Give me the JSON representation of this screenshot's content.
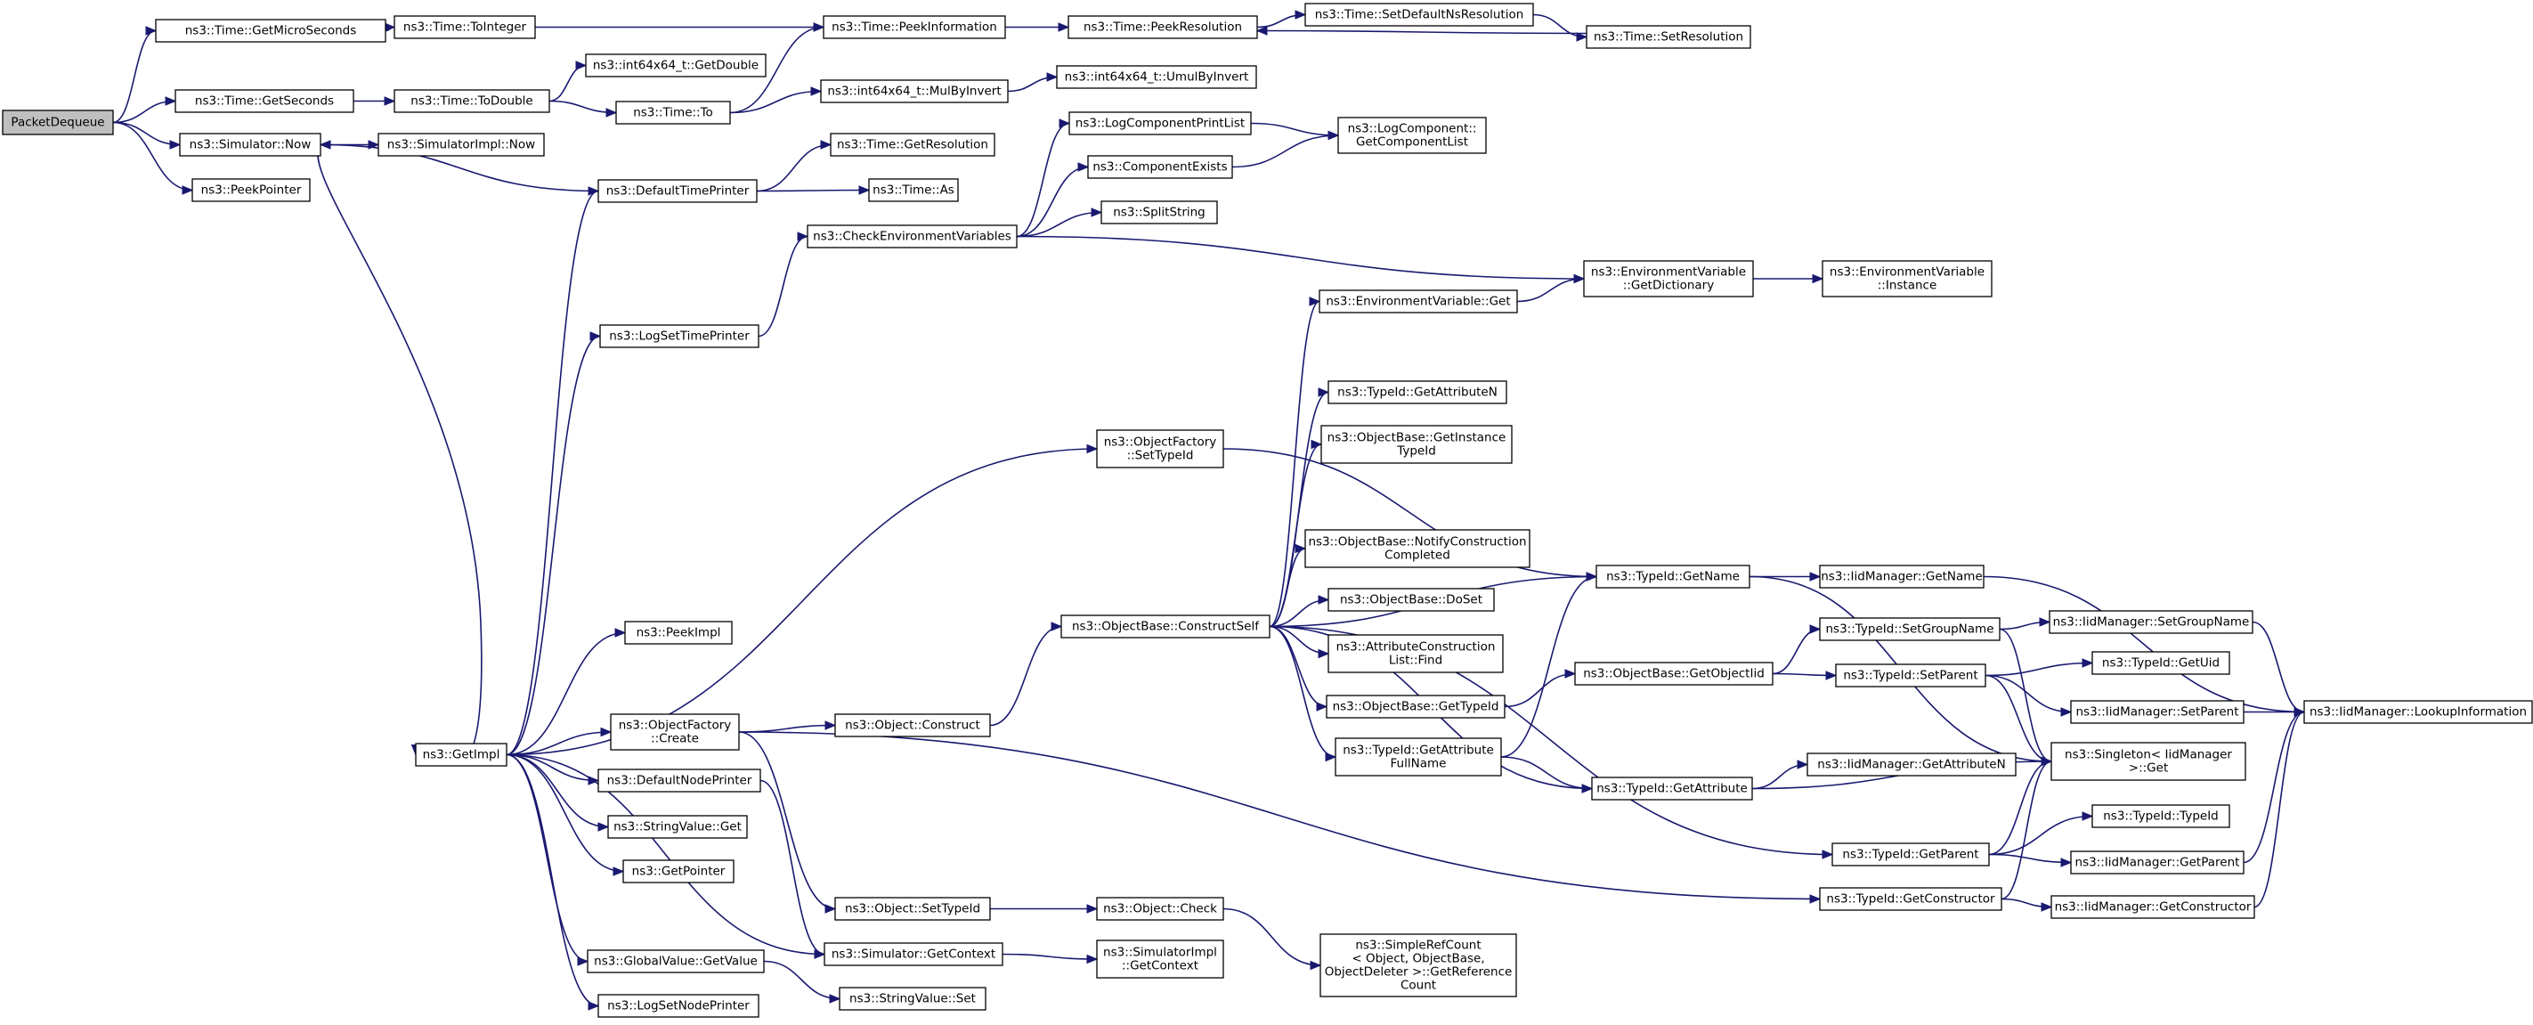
{
  "graph": {
    "title": "",
    "nodes": [
      {
        "id": "packet_dequeue",
        "lines": [
          "PacketDequeue"
        ],
        "root": true
      },
      {
        "id": "get_micro_seconds",
        "lines": [
          "ns3::Time::GetMicroSeconds"
        ]
      },
      {
        "id": "time_to_integer",
        "lines": [
          "ns3::Time::ToInteger"
        ]
      },
      {
        "id": "time_peek_information",
        "lines": [
          "ns3::Time::PeekInformation"
        ]
      },
      {
        "id": "time_peek_resolution",
        "lines": [
          "ns3::Time::PeekResolution"
        ]
      },
      {
        "id": "time_set_default_ns_resolution",
        "lines": [
          "ns3::Time::SetDefaultNsResolution"
        ]
      },
      {
        "id": "time_set_resolution",
        "lines": [
          "ns3::Time::SetResolution"
        ]
      },
      {
        "id": "time_get_seconds",
        "lines": [
          "ns3::Time::GetSeconds"
        ]
      },
      {
        "id": "time_to_double",
        "lines": [
          "ns3::Time::ToDouble"
        ]
      },
      {
        "id": "int64x64_get_double",
        "lines": [
          "ns3::int64x64_t::GetDouble"
        ]
      },
      {
        "id": "time_to",
        "lines": [
          "ns3::Time::To"
        ]
      },
      {
        "id": "int64x64_mul_by_invert",
        "lines": [
          "ns3::int64x64_t::MulByInvert"
        ]
      },
      {
        "id": "int64x64_umul_by_invert",
        "lines": [
          "ns3::int64x64_t::UmulByInvert"
        ]
      },
      {
        "id": "simulator_now",
        "lines": [
          "ns3::Simulator::Now"
        ]
      },
      {
        "id": "simulator_impl_now",
        "lines": [
          "ns3::SimulatorImpl::Now"
        ]
      },
      {
        "id": "peek_pointer",
        "lines": [
          "ns3::PeekPointer"
        ]
      },
      {
        "id": "default_time_printer",
        "lines": [
          "ns3::DefaultTimePrinter"
        ]
      },
      {
        "id": "time_get_resolution",
        "lines": [
          "ns3::Time::GetResolution"
        ]
      },
      {
        "id": "time_as",
        "lines": [
          "ns3::Time::As"
        ]
      },
      {
        "id": "log_component_print_list",
        "lines": [
          "ns3::LogComponentPrintList"
        ]
      },
      {
        "id": "component_exists",
        "lines": [
          "ns3::ComponentExists"
        ]
      },
      {
        "id": "log_component_get_component_list",
        "lines": [
          "ns3::LogComponent::",
          "GetComponentList"
        ]
      },
      {
        "id": "split_string",
        "lines": [
          "ns3::SplitString"
        ]
      },
      {
        "id": "check_environment_variables",
        "lines": [
          "ns3::CheckEnvironmentVariables"
        ]
      },
      {
        "id": "env_var_get_dictionary",
        "lines": [
          "ns3::EnvironmentVariable",
          "::GetDictionary"
        ]
      },
      {
        "id": "env_var_instance",
        "lines": [
          "ns3::EnvironmentVariable",
          "::Instance"
        ]
      },
      {
        "id": "env_var_get",
        "lines": [
          "ns3::EnvironmentVariable::Get"
        ]
      },
      {
        "id": "log_set_time_printer",
        "lines": [
          "ns3::LogSetTimePrinter"
        ]
      },
      {
        "id": "typeid_get_attribute_n",
        "lines": [
          "ns3::TypeId::GetAttributeN"
        ]
      },
      {
        "id": "object_factory_set_type_id",
        "lines": [
          "ns3::ObjectFactory",
          "::SetTypeId"
        ]
      },
      {
        "id": "object_base_get_instance_type_id",
        "lines": [
          "ns3::ObjectBase::GetInstance",
          "TypeId"
        ]
      },
      {
        "id": "object_base_notify_construction_completed",
        "lines": [
          "ns3::ObjectBase::NotifyConstruction",
          "Completed"
        ]
      },
      {
        "id": "typeid_get_name",
        "lines": [
          "ns3::TypeId::GetName"
        ]
      },
      {
        "id": "iid_manager_get_name",
        "lines": [
          "ns3::IidManager::GetName"
        ]
      },
      {
        "id": "object_base_construct_self",
        "lines": [
          "ns3::ObjectBase::ConstructSelf"
        ]
      },
      {
        "id": "object_base_do_set",
        "lines": [
          "ns3::ObjectBase::DoSet"
        ]
      },
      {
        "id": "peek_impl",
        "lines": [
          "ns3::PeekImpl"
        ]
      },
      {
        "id": "attribute_construction_list_find",
        "lines": [
          "ns3::AttributeConstruction",
          "List::Find"
        ]
      },
      {
        "id": "typeid_set_group_name",
        "lines": [
          "ns3::TypeId::SetGroupName"
        ]
      },
      {
        "id": "iid_manager_set_group_name",
        "lines": [
          "ns3::IidManager::SetGroupName"
        ]
      },
      {
        "id": "object_base_get_object_iid",
        "lines": [
          "ns3::ObjectBase::GetObjectIid"
        ]
      },
      {
        "id": "typeid_set_parent",
        "lines": [
          "ns3::TypeId::SetParent"
        ]
      },
      {
        "id": "typeid_get_uid",
        "lines": [
          "ns3::TypeId::GetUid"
        ]
      },
      {
        "id": "object_base_get_type_id",
        "lines": [
          "ns3::ObjectBase::GetTypeId"
        ]
      },
      {
        "id": "iid_manager_set_parent",
        "lines": [
          "ns3::IidManager::SetParent"
        ]
      },
      {
        "id": "iid_manager_lookup_information",
        "lines": [
          "ns3::IidManager::LookupInformation"
        ]
      },
      {
        "id": "object_factory_create",
        "lines": [
          "ns3::ObjectFactory",
          "::Create"
        ]
      },
      {
        "id": "object_construct",
        "lines": [
          "ns3::Object::Construct"
        ]
      },
      {
        "id": "get_impl",
        "lines": [
          "ns3::GetImpl"
        ]
      },
      {
        "id": "typeid_get_attribute_full_name",
        "lines": [
          "ns3::TypeId::GetAttribute",
          "FullName"
        ]
      },
      {
        "id": "singleton_iid_manager_get",
        "lines": [
          "ns3::Singleton< IidManager",
          " >::Get"
        ]
      },
      {
        "id": "default_node_printer",
        "lines": [
          "ns3::DefaultNodePrinter"
        ]
      },
      {
        "id": "iid_manager_get_attribute_n",
        "lines": [
          "ns3::IidManager::GetAttributeN"
        ]
      },
      {
        "id": "typeid_get_attribute",
        "lines": [
          "ns3::TypeId::GetAttribute"
        ]
      },
      {
        "id": "string_value_get",
        "lines": [
          "ns3::StringValue::Get"
        ]
      },
      {
        "id": "typeid_typeid",
        "lines": [
          "ns3::TypeId::TypeId"
        ]
      },
      {
        "id": "typeid_get_parent",
        "lines": [
          "ns3::TypeId::GetParent"
        ]
      },
      {
        "id": "iid_manager_get_parent",
        "lines": [
          "ns3::IidManager::GetParent"
        ]
      },
      {
        "id": "get_pointer",
        "lines": [
          "ns3::GetPointer"
        ]
      },
      {
        "id": "typeid_get_constructor",
        "lines": [
          "ns3::TypeId::GetConstructor"
        ]
      },
      {
        "id": "iid_manager_get_constructor",
        "lines": [
          "ns3::IidManager::GetConstructor"
        ]
      },
      {
        "id": "object_set_type_id",
        "lines": [
          "ns3::Object::SetTypeId"
        ]
      },
      {
        "id": "object_check",
        "lines": [
          "ns3::Object::Check"
        ]
      },
      {
        "id": "simple_ref_count_get_reference_count",
        "lines": [
          "ns3::SimpleRefCount",
          "< Object, ObjectBase,",
          " ObjectDeleter >::GetReference",
          "Count"
        ]
      },
      {
        "id": "simulator_get_context",
        "lines": [
          "ns3::Simulator::GetContext"
        ]
      },
      {
        "id": "simulator_impl_get_context",
        "lines": [
          "ns3::SimulatorImpl",
          "::GetContext"
        ]
      },
      {
        "id": "global_value_get_value",
        "lines": [
          "ns3::GlobalValue::GetValue"
        ]
      },
      {
        "id": "string_value_set",
        "lines": [
          "ns3::StringValue::Set"
        ]
      },
      {
        "id": "log_set_node_printer",
        "lines": [
          "ns3::LogSetNodePrinter"
        ]
      }
    ]
  }
}
